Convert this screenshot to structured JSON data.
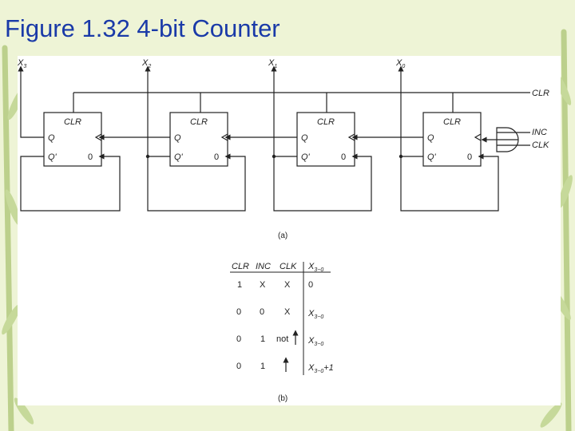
{
  "slide": {
    "title": "Figure 1.32 4-bit Counter"
  },
  "diagram": {
    "outputs": [
      {
        "base": "X",
        "sub": "3"
      },
      {
        "base": "X",
        "sub": "2"
      },
      {
        "base": "X",
        "sub": "1"
      },
      {
        "base": "X",
        "sub": "0"
      }
    ],
    "flipflop": {
      "clr": "CLR",
      "q": "Q",
      "qbar": "Q'",
      "zero": "0"
    },
    "signals": {
      "clr": "CLR",
      "inc": "INC",
      "clk": "CLK"
    },
    "caption_a": "(a)"
  },
  "table": {
    "headers": [
      "CLR",
      "INC",
      "CLK",
      "X"
    ],
    "header_sub": "3−0",
    "rows": [
      [
        "1",
        "X",
        "X",
        "0"
      ],
      [
        "0",
        "0",
        "X",
        "X"
      ],
      [
        "0",
        "1",
        "not",
        "X"
      ],
      [
        "0",
        "1",
        "",
        "X"
      ]
    ],
    "row_subs": [
      "",
      "3−0",
      "3−0",
      "3−0"
    ],
    "row_suffix": [
      "",
      "",
      "",
      "+1"
    ],
    "caption_b": "(b)"
  }
}
